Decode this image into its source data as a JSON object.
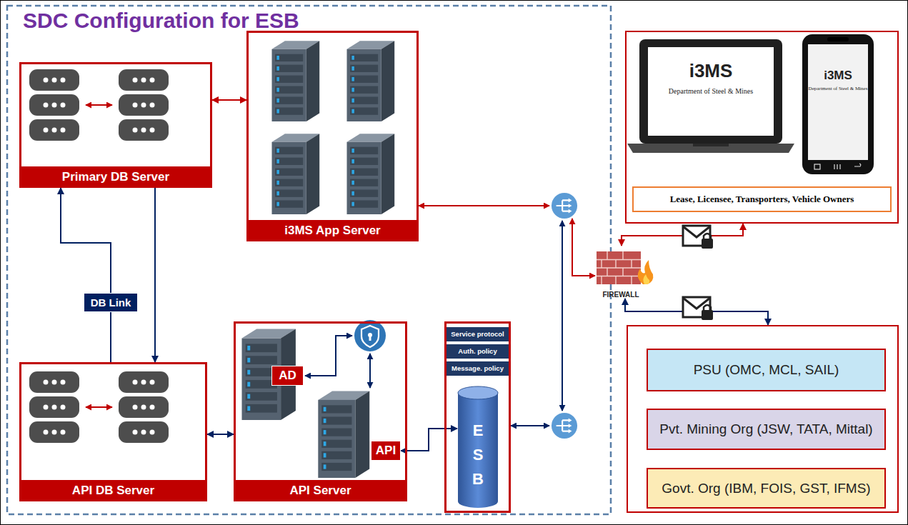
{
  "diagram": {
    "title": "SDC Configuration for ESB",
    "nodes": [
      {
        "text": [
          "Primary DB Server"
        ]
      },
      {
        "text": [
          "i3MS App Server"
        ]
      },
      {
        "text": [
          "Lease, Licensee, Transporters, Vehicle Owners"
        ]
      },
      {
        "text": [
          "FIREWALL"
        ]
      },
      {
        "text": [
          "API DB Server"
        ]
      },
      {
        "text": [
          "API Server"
        ]
      },
      {
        "text": [
          "AD"
        ],
        "in": 5
      },
      {
        "text": [
          "API"
        ],
        "in": 5
      },
      {
        "text": []
      },
      {
        "text": [
          "Service protocol"
        ],
        "in": 8
      },
      {
        "text": [
          "Auth. policy"
        ],
        "in": 8
      },
      {
        "text": [
          "Message. policy"
        ],
        "in": 8
      },
      {
        "text": [
          "E S B"
        ],
        "in": 8
      },
      {
        "text": []
      },
      {
        "text": [
          "PSU (OMC, MCL, SAIL)"
        ],
        "in": 13
      },
      {
        "text": [
          "Pvt. Mining Org (JSW, TATA, Mittal)"
        ],
        "in": 13
      },
      {
        "text": [
          "Govt. Org (IBM, FOIS, GST, IFMS)"
        ],
        "in": 13
      }
    ],
    "edges": [
      {
        "from": 0,
        "to": 1,
        "arrow": "both"
      },
      {
        "from": 0,
        "to": 4,
        "arrow": "to"
      },
      {
        "from": 4,
        "to": 0,
        "arrow": "to",
        "label": "DB Link"
      },
      {
        "from": 4,
        "to": 5,
        "arrow": "both"
      },
      {
        "from": 7,
        "to": 12,
        "arrow": "both"
      },
      {
        "from": 3,
        "to": 2,
        "arrow": "both"
      },
      {
        "from": 3,
        "to": 13,
        "arrow": "both"
      }
    ],
    "labels": [
      "i3MS",
      "Department of Steel & Mines",
      "i3MS",
      "Department of Steel & Mines"
    ]
  }
}
